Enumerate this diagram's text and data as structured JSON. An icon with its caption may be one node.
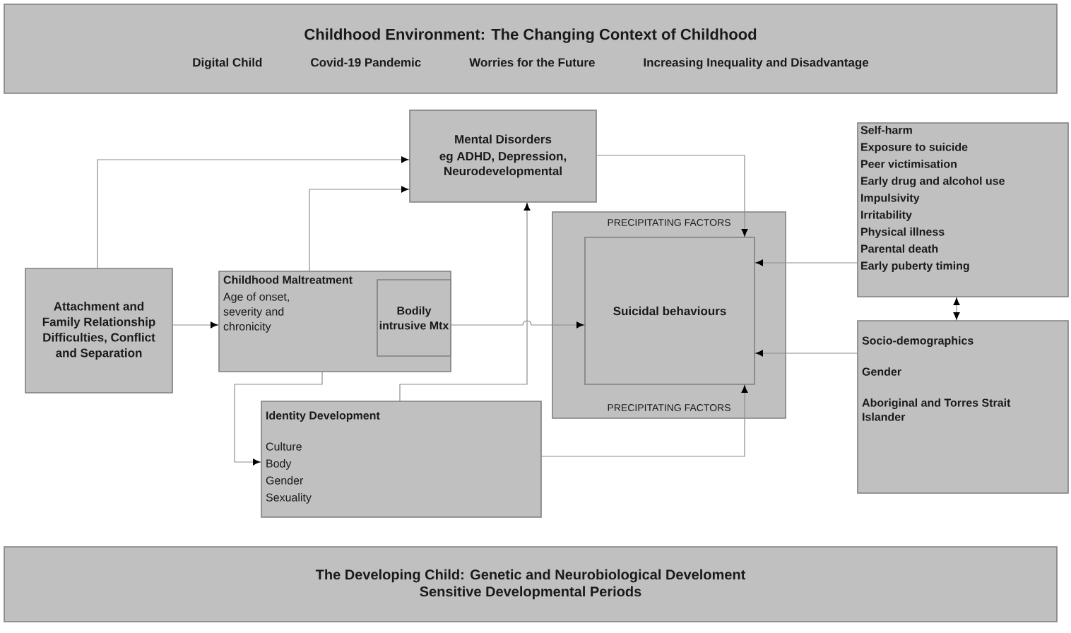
{
  "diagram": {
    "nodes": [
      {
        "text": [
          "Childhood Environment: The Changing Context of Childhood",
          "Digital Child",
          "Covid-19 Pandemic",
          "Worries for the Future",
          "Increasing Inequality and Disadvantage"
        ]
      },
      {
        "text": [
          "Mental Disorders",
          "eg ADHD, Depression, Neurodevelopmental"
        ]
      },
      {
        "text": [
          "Attachment and Family Relationship Difficulties, Conflict and Separation"
        ]
      },
      {
        "text": [
          "Childhood Maltreatment",
          "Age of onset, severity and chronicity"
        ]
      },
      {
        "text": [
          "Bodily intrusive Mtx"
        ],
        "in": 3
      },
      {
        "text": [
          "PRECIPITATING FACTORS",
          "PRECIPITATING FACTORS"
        ]
      },
      {
        "text": [
          "Suicidal behaviours"
        ],
        "in": 5
      },
      {
        "text": [
          "Self-harm",
          "Exposure to suicide",
          "Peer victimisation",
          "Early drug and alcohol use",
          "Impulsivity",
          "Irritability",
          "Physical illness",
          "Parental death",
          "Early puberty timing"
        ]
      },
      {
        "text": [
          "Socio-demographics",
          "Gender",
          "Aboriginal and Torres Strait Islander"
        ]
      },
      {
        "text": [
          "Identity Development",
          "Culture",
          "Body",
          "Gender",
          "Sexuality"
        ]
      },
      {
        "text": [
          "The Developing Child: Genetic and Neurobiological Develoment",
          "Sensitive Developmental Periods"
        ]
      }
    ],
    "edges": [
      {
        "from": 2,
        "to": 1,
        "arrow": "to"
      },
      {
        "from": 2,
        "to": 3,
        "arrow": "to"
      },
      {
        "from": 3,
        "to": 1,
        "arrow": "to"
      },
      {
        "from": 4,
        "to": 6,
        "arrow": "to"
      },
      {
        "from": 3,
        "to": 9,
        "arrow": "to"
      },
      {
        "from": 9,
        "to": 1,
        "arrow": "to"
      },
      {
        "from": 1,
        "to": 6,
        "arrow": "to"
      },
      {
        "from": 9,
        "to": 6,
        "arrow": "to"
      },
      {
        "from": 7,
        "to": 6,
        "arrow": "to"
      },
      {
        "from": 8,
        "to": 6,
        "arrow": "to"
      },
      {
        "from": 7,
        "to": 8,
        "arrow": "both"
      }
    ]
  }
}
